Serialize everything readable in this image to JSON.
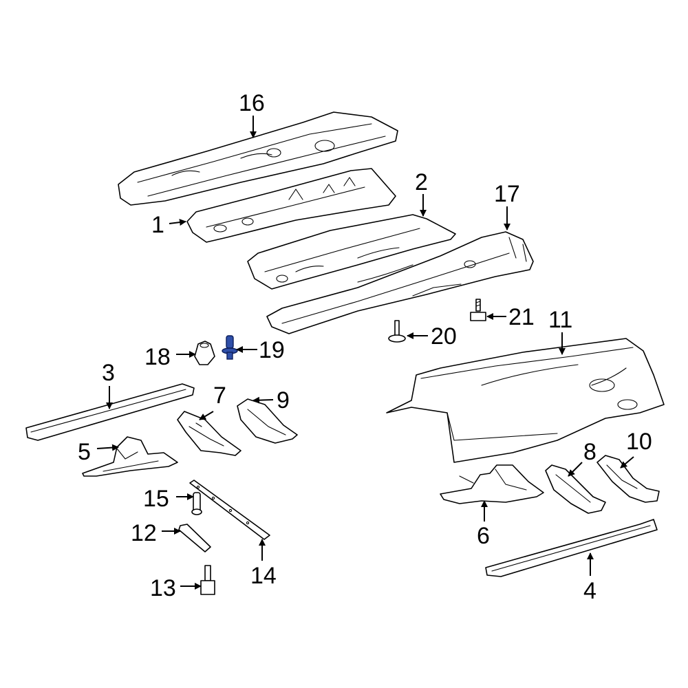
{
  "diagram": {
    "callouts": [
      {
        "label": "1"
      },
      {
        "label": "2"
      },
      {
        "label": "3"
      },
      {
        "label": "4"
      },
      {
        "label": "5"
      },
      {
        "label": "6"
      },
      {
        "label": "7"
      },
      {
        "label": "8"
      },
      {
        "label": "9"
      },
      {
        "label": "10"
      },
      {
        "label": "11"
      },
      {
        "label": "12"
      },
      {
        "label": "13"
      },
      {
        "label": "14"
      },
      {
        "label": "15"
      },
      {
        "label": "16"
      },
      {
        "label": "17"
      },
      {
        "label": "18"
      },
      {
        "label": "19"
      },
      {
        "label": "20"
      },
      {
        "label": "21"
      }
    ],
    "highlighted_part": "19",
    "colors": {
      "line": "#000000",
      "highlight": "#2f4fa8",
      "background": "#ffffff"
    }
  }
}
